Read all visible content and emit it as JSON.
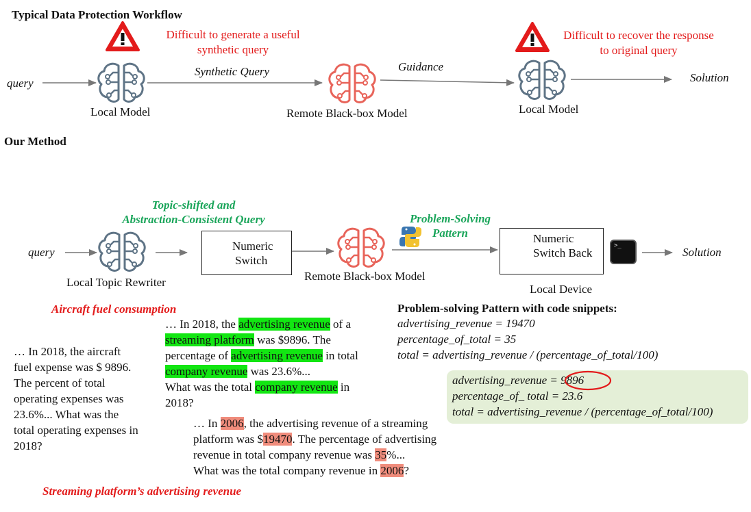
{
  "top": {
    "title": "Typical Data Protection Workflow",
    "warning_1": [
      "Difficult to generate a useful",
      "synthetic query"
    ],
    "warning_2": [
      "Difficult to recover the response",
      "to original query"
    ],
    "query": "query",
    "local_model_1": "Local Model",
    "synthetic_query": "Synthetic Query",
    "remote_model": "Remote Black-box Model",
    "guidance": "Guidance",
    "local_model_2": "Local Model",
    "solution": "Solution"
  },
  "method": {
    "title": "Our Method",
    "query": "query",
    "rewriter": "Local Topic Rewriter",
    "topic_shift_label": [
      "Topic-shifted and",
      "Abstraction-Consistent Query"
    ],
    "switch_box": [
      "Numeric",
      "Switch"
    ],
    "remote_model": "Remote Black-box Model",
    "pattern_label": [
      "Problem-Solving",
      "Pattern"
    ],
    "switch_back_box": [
      "Numeric",
      "Switch Back"
    ],
    "local_device": "Local Device",
    "solution": "Solution",
    "terminal_glyph": ">_"
  },
  "examples": {
    "aircraft_title": "Aircraft fuel consumption",
    "aircraft_lines": [
      "… In 2018, the aircraft",
      "fuel expense was $ 9896.",
      "The percent of total",
      "operating expenses was",
      "23.6%... What was the",
      "total operating expenses in",
      "2018?"
    ],
    "green_para": {
      "l1a": "… In 2018, the ",
      "l1b": "advertising revenue",
      "l1c": " of a",
      "l2a": "streaming platform",
      "l2b": " was $9896. The",
      "l3a": "percentage of ",
      "l3b": "advertising revenue",
      "l3c": " in total",
      "l4a": "company revenue",
      "l4b": " was 23.6%...",
      "l5a": "What was the total ",
      "l5b": "company revenue",
      "l5c": " in",
      "l6": "2018?"
    },
    "red_para": {
      "l1a": "… In ",
      "l1b": "2006",
      "l1c": ", the advertising revenue of a streaming",
      "l2a": "platform was $",
      "l2b": "19470",
      "l2c": ". The percentage of advertising",
      "l3a": "revenue in total company revenue was ",
      "l3b": "35",
      "l3c": "%...",
      "l4a": "What was the total company revenue in ",
      "l4b": "2006",
      "l4c": "?"
    },
    "streaming_title": "Streaming platform’s advertising revenue"
  },
  "pattern": {
    "title": "Problem-solving Pattern with code snippets:",
    "lines": [
      "advertising_revenue = 19470",
      "percentage_of_total = 35",
      "total = advertising_revenue / (percentage_of_total/100)"
    ],
    "box": {
      "l1a": "advertising_revenue = ",
      "l1b": "9896",
      "l2": "percentage_of_ total = 23.6",
      "l3": "total = advertising_revenue / (percentage_of_total/100)"
    }
  },
  "colors": {
    "red": "#e31b1b",
    "green_text": "#1aa55a",
    "highlight_green": "#12e612",
    "highlight_red": "#f08c7c",
    "code_box": "#e4efd7",
    "brain_gray": "#5f7486",
    "brain_red": "#e8645a",
    "arrow_gray": "#777777"
  }
}
